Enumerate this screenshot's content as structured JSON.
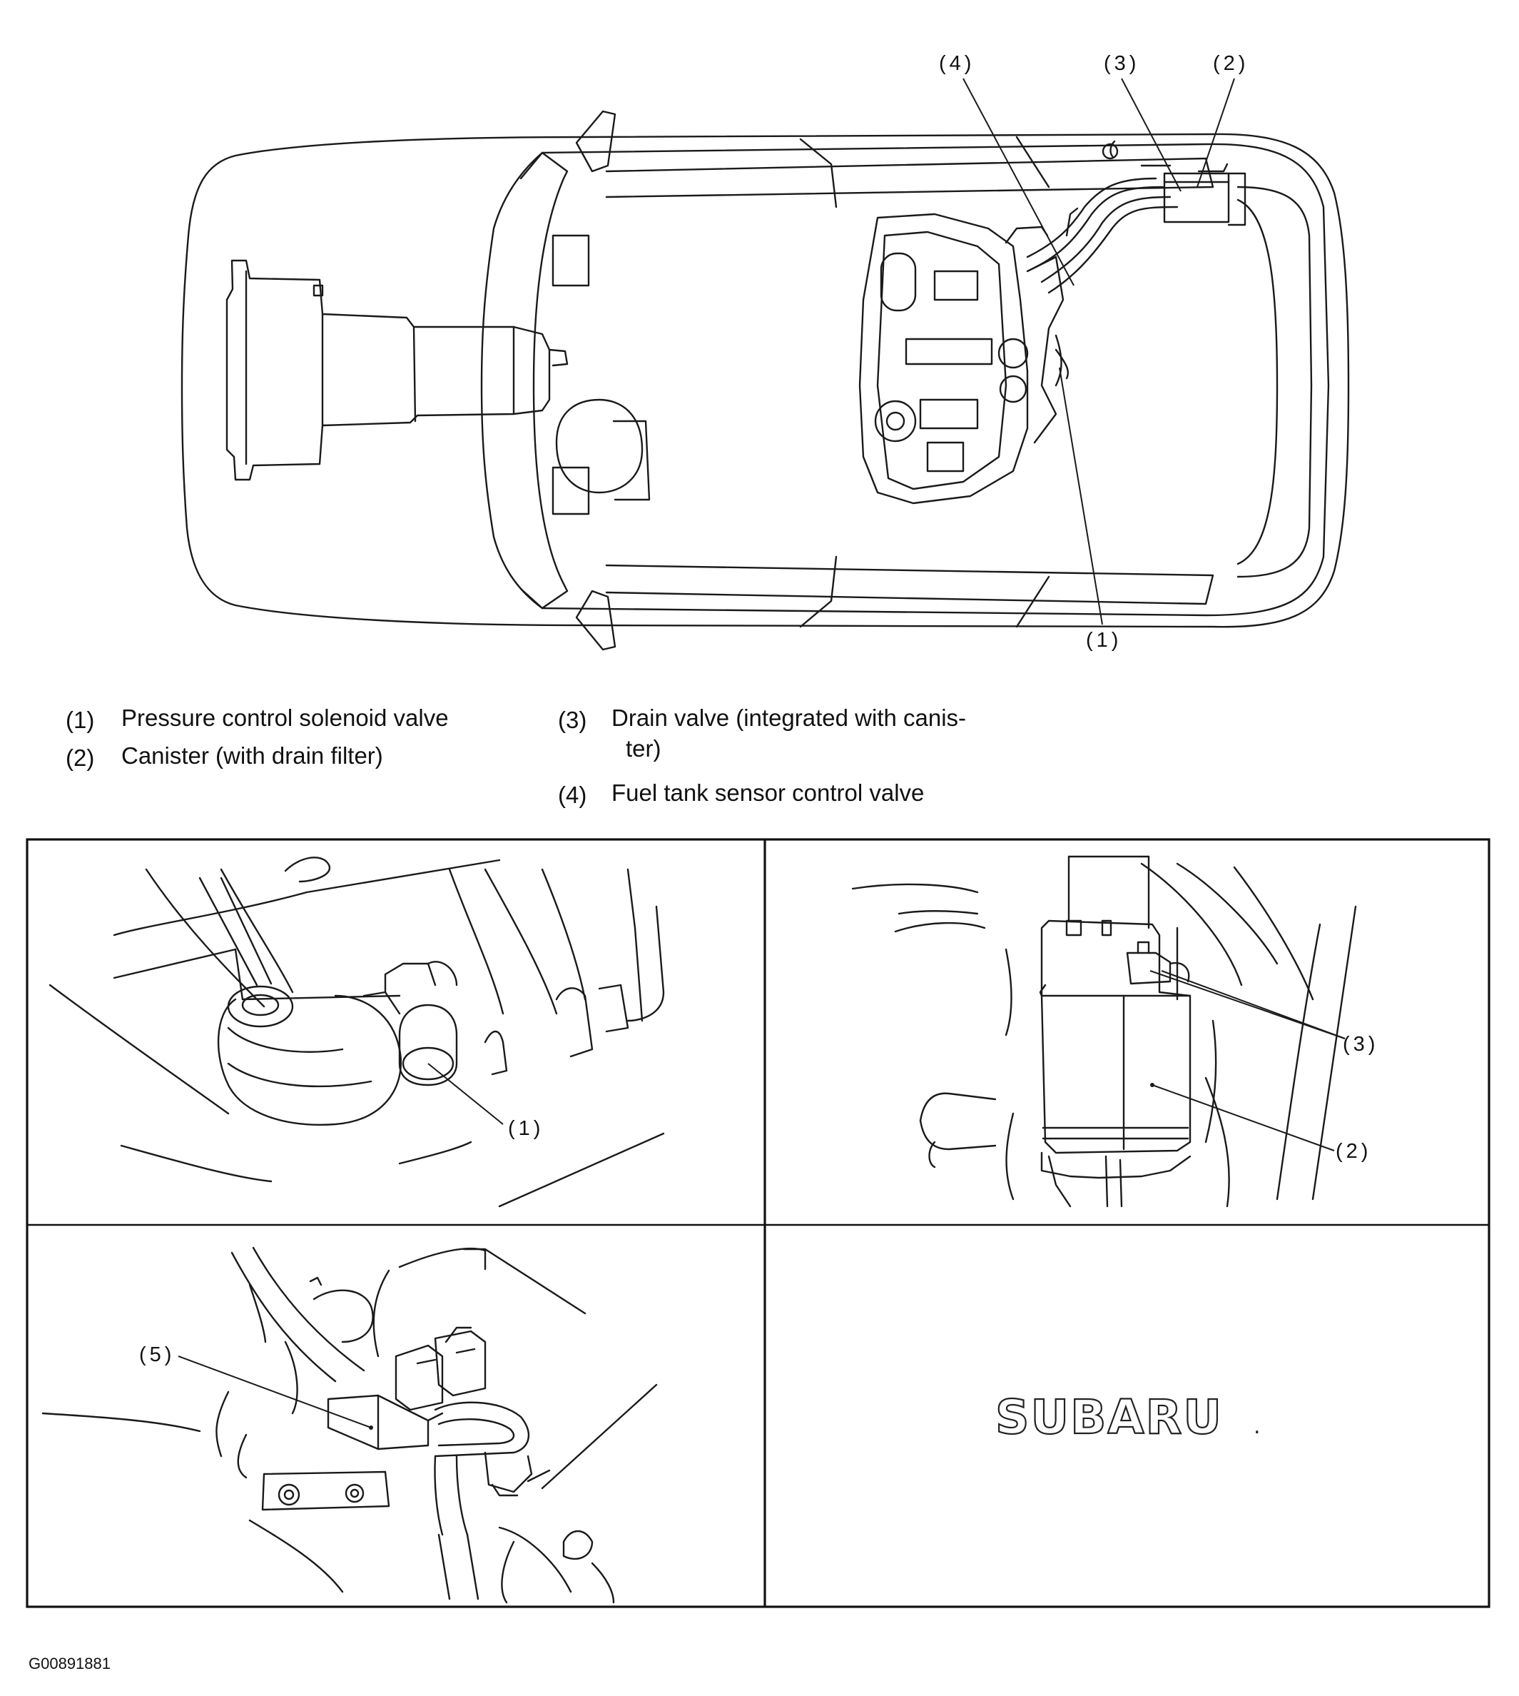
{
  "overview": {
    "callouts": [
      "(4)",
      "(3)",
      "(2)",
      "(1)"
    ]
  },
  "legend": {
    "items": [
      {
        "num": "(1)",
        "text": "Pressure control solenoid valve"
      },
      {
        "num": "(2)",
        "text": "Canister (with drain filter)"
      },
      {
        "num": "(3)",
        "text_line1": "Drain valve (integrated with canis-",
        "text_line2": "ter)"
      },
      {
        "num": "(4)",
        "text": "Fuel tank sensor control valve"
      }
    ]
  },
  "detail_panels": {
    "top_left": {
      "callout": "(1)"
    },
    "top_right": {
      "callouts": [
        "(3)",
        "(2)"
      ]
    },
    "bottom_left": {
      "callout": "(5)"
    },
    "bottom_right": {
      "logo": "SUBARU",
      "logo_mark": "."
    }
  },
  "figure_id": "G00891881"
}
